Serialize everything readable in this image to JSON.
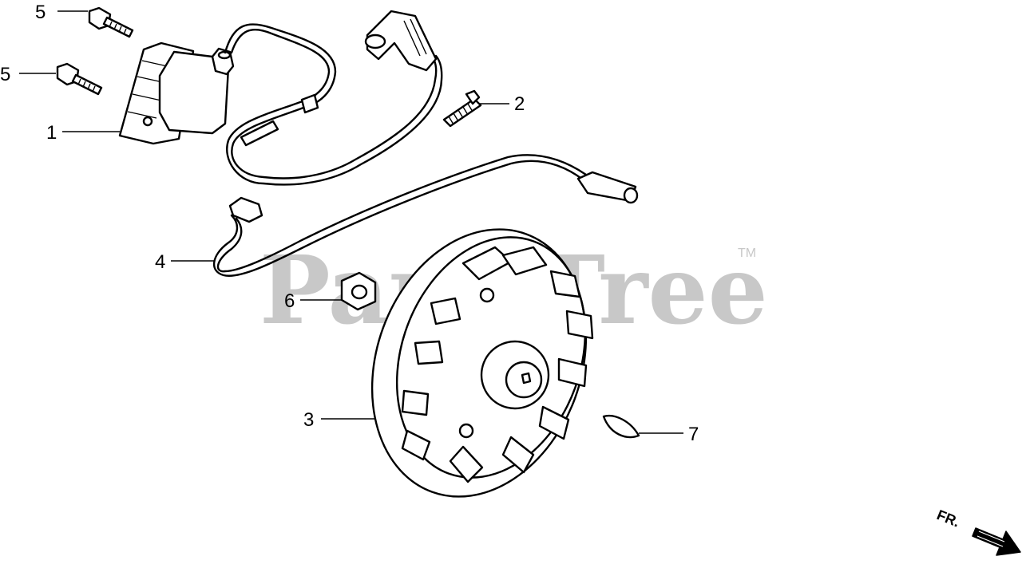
{
  "watermark": {
    "text": "PartsTree",
    "trademark": "TM"
  },
  "direction_marker": {
    "label": "FR."
  },
  "callouts": [
    {
      "id": "1",
      "label": "1"
    },
    {
      "id": "2",
      "label": "2"
    },
    {
      "id": "3",
      "label": "3"
    },
    {
      "id": "4",
      "label": "4"
    },
    {
      "id": "5a",
      "label": "5"
    },
    {
      "id": "5b",
      "label": "5"
    },
    {
      "id": "6",
      "label": "6"
    },
    {
      "id": "7",
      "label": "7"
    }
  ]
}
